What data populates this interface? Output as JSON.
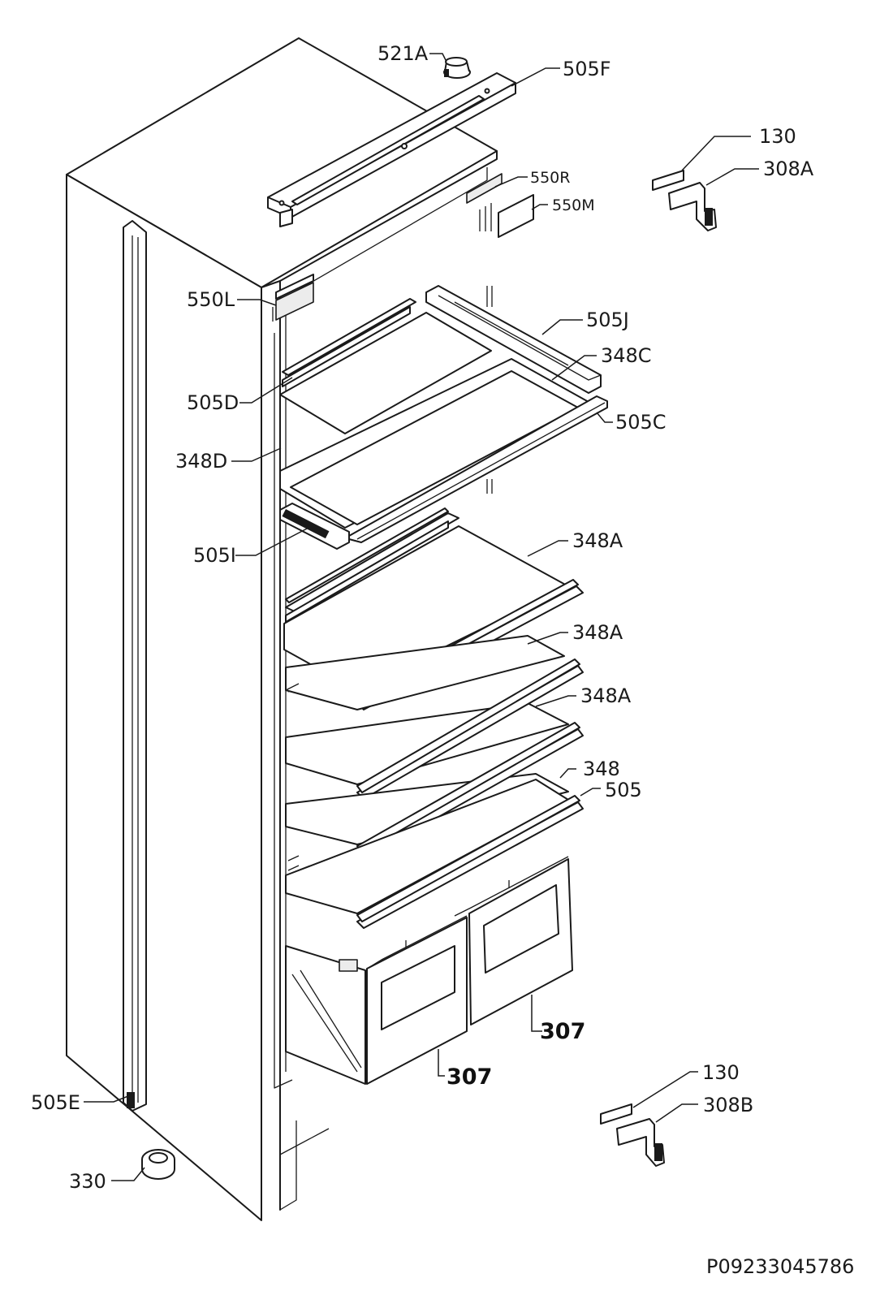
{
  "labels": {
    "l521A": "521A",
    "l505F": "505F",
    "l130_top": "130",
    "l308A": "308A",
    "l550R": "550R",
    "l550M": "550M",
    "l550L": "550L",
    "l505J": "505J",
    "l348C": "348C",
    "l505D": "505D",
    "l505C": "505C",
    "l348D": "348D",
    "l505I": "505I",
    "l348A_1": "348A",
    "l348A_2": "348A",
    "l348A_3": "348A",
    "l348": "348",
    "l505": "505",
    "l307_right": "307",
    "l307_left": "307",
    "l505E": "505E",
    "l130_bottom": "130",
    "l308B": "308B",
    "l330": "330"
  },
  "drawing_code": "P09233045786"
}
